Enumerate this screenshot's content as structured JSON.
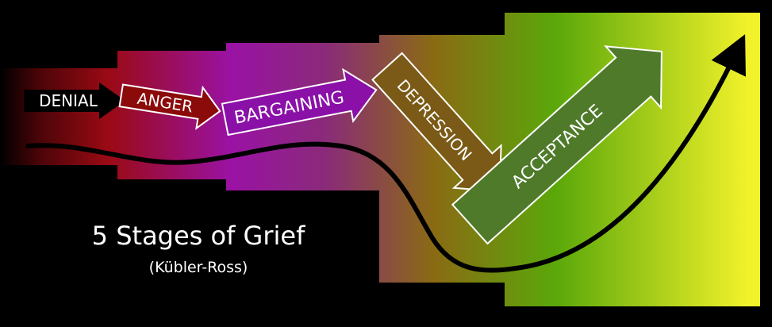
{
  "title": "5 Stages of Grief",
  "subtitle": "(Kübler-Ross)",
  "stages": [
    {
      "label": "DENIAL",
      "color": "#000000"
    },
    {
      "label": "ANGER",
      "color": "#8b0a0a"
    },
    {
      "label": "BARGAINING",
      "color": "#8a10a8"
    },
    {
      "label": "DEPRESSION",
      "color": "#7a5a16"
    },
    {
      "label": "ACCEPTANCE",
      "color": "#4e7a2a"
    }
  ],
  "background_colors": {
    "start": "#000000",
    "red": "#9a0a14",
    "purple": "#9a12a4",
    "brown": "#8a6a14",
    "green": "#5aa80a",
    "yellow": "#f2f22a"
  }
}
